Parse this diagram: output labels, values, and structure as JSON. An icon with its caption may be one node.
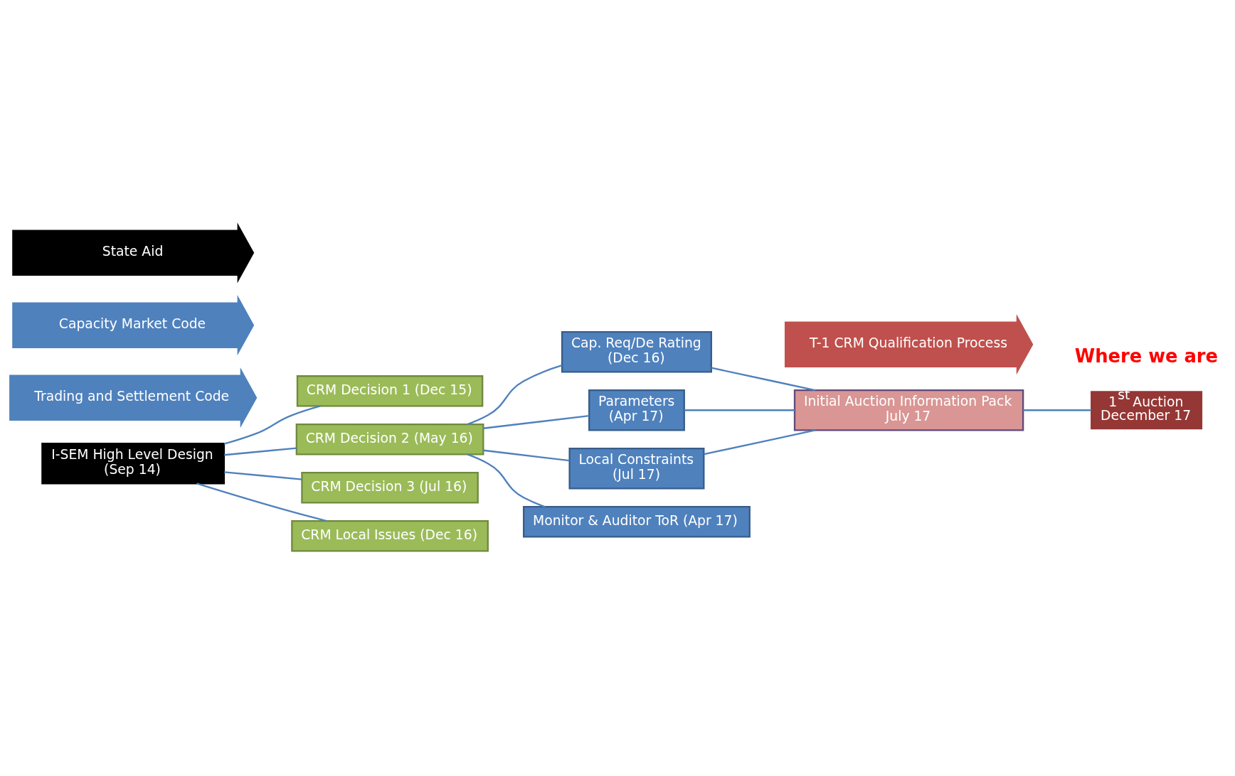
{
  "diagram": {
    "nodes": [
      {
        "text": [
          "I-SEM High Level Design",
          "(Sep 14)"
        ]
      },
      {
        "text": [
          "CRM Decision 1 (Dec 15)"
        ]
      },
      {
        "text": [
          "CRM Decision 2 (May 16)"
        ]
      },
      {
        "text": [
          "CRM Decision 3 (Jul 16)"
        ]
      },
      {
        "text": [
          "CRM Local Issues (Dec 16)"
        ]
      },
      {
        "text": [
          "Cap. Req/De Rating",
          "(Dec 16)"
        ]
      },
      {
        "text": [
          "Parameters",
          "(Apr 17)"
        ]
      },
      {
        "text": [
          "Local Constraints",
          "(Jul 17)"
        ]
      },
      {
        "text": [
          "Monitor & Auditor ToR (Apr 17)"
        ]
      },
      {
        "text": [
          "Initial Auction Information Pack",
          "July 17"
        ]
      },
      {
        "text": [
          "1$^{st}$ Auction",
          "December 17"
        ]
      },
      {
        "text": [
          "Trading and Settlement Code"
        ]
      },
      {
        "text": [
          "Capacity Market Code"
        ]
      },
      {
        "text": [
          "State Aid"
        ]
      },
      {
        "text": [
          "T-1 CRM Qualification Process"
        ]
      }
    ],
    "edges": [
      {
        "from": 0,
        "to": 1,
        "arrow": "none"
      },
      {
        "from": 0,
        "to": 2,
        "arrow": "none"
      },
      {
        "from": 0,
        "to": 3,
        "arrow": "none"
      },
      {
        "from": 0,
        "to": 4,
        "arrow": "none"
      },
      {
        "from": 2,
        "to": 5,
        "arrow": "none"
      },
      {
        "from": 2,
        "to": 6,
        "arrow": "none"
      },
      {
        "from": 2,
        "to": 7,
        "arrow": "none"
      },
      {
        "from": 2,
        "to": 8,
        "arrow": "none"
      },
      {
        "from": 5,
        "to": 9,
        "arrow": "none"
      },
      {
        "from": 6,
        "to": 9,
        "arrow": "none"
      },
      {
        "from": 7,
        "to": 9,
        "arrow": "none"
      },
      {
        "from": 9,
        "to": 10,
        "arrow": "none"
      }
    ],
    "labels": [
      "Where we are"
    ]
  }
}
